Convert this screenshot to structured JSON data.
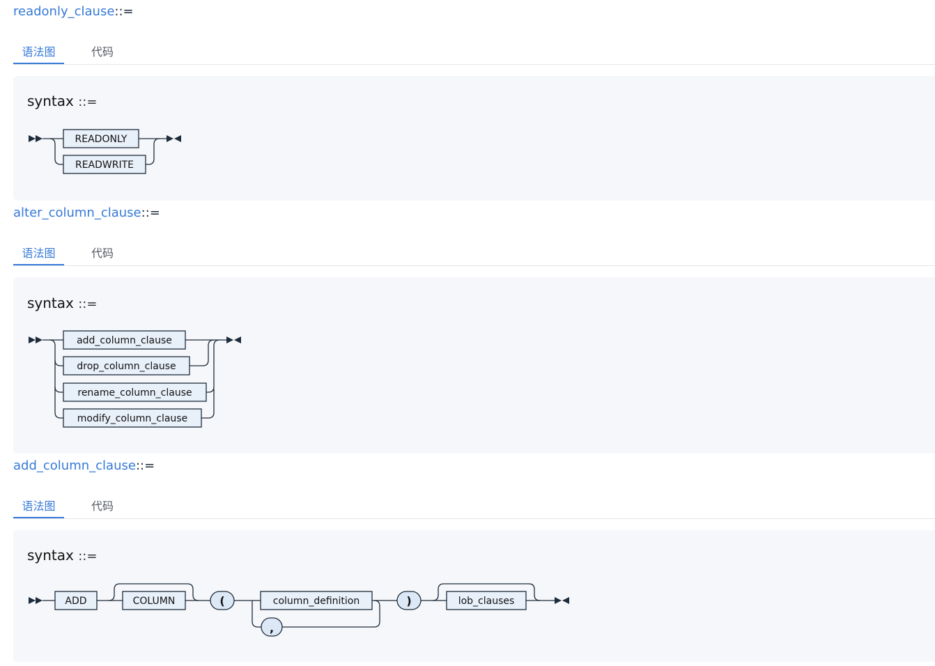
{
  "tabs": {
    "diagram_label": "语法图",
    "code_label": "代码"
  },
  "rules": [
    {
      "name": "readonly_clause",
      "assign": "::=",
      "syntax_word": "syntax",
      "syntax_op": "::=",
      "nodes": [
        "READONLY",
        "READWRITE"
      ]
    },
    {
      "name": "alter_column_clause",
      "assign": "::=",
      "syntax_word": "syntax",
      "syntax_op": "::=",
      "nodes": [
        "add_column_clause",
        "drop_column_clause",
        "rename_column_clause",
        "modify_column_clause"
      ]
    },
    {
      "name": "add_column_clause",
      "assign": "::=",
      "syntax_word": "syntax",
      "syntax_op": "::=",
      "nodes": {
        "add": "ADD",
        "column": "COLUMN",
        "lparen": "(",
        "column_definition": "column_definition",
        "comma": ",",
        "rparen": ")",
        "lob_clauses": "lob_clauses"
      }
    }
  ],
  "colors": {
    "link": "#3579d6",
    "panel_bg": "#f5f7fa",
    "box_fill": "#e8f0fa",
    "stroke": "#1d2b3a"
  }
}
